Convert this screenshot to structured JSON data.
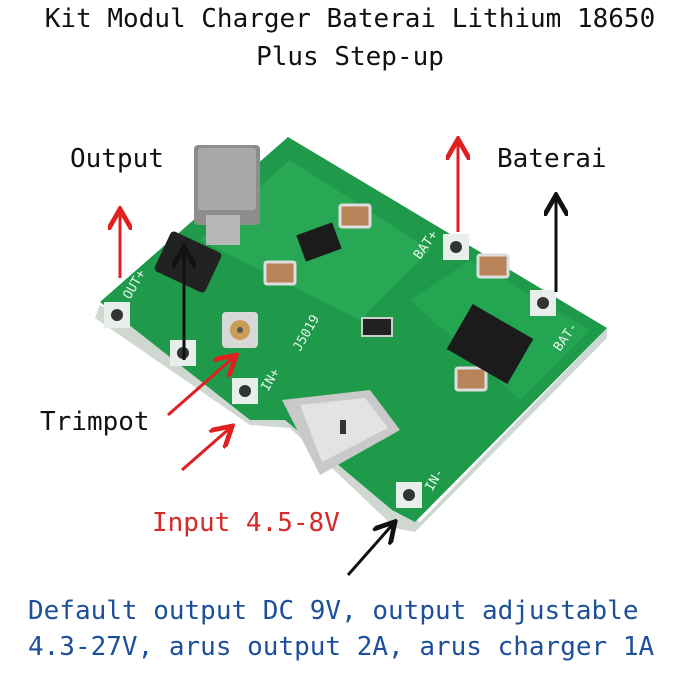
{
  "title": {
    "line1": "Kit Modul Charger Baterai Lithium 18650",
    "line2": "Plus Step-up"
  },
  "labels": {
    "output": "Output",
    "baterai": "Baterai",
    "trimpot": "Trimpot",
    "input": "Input 4.5-8V"
  },
  "description": {
    "line1": "Default output DC 9V, output adjustable",
    "line2": "4.3-27V, arus output 2A, arus charger 1A"
  },
  "board_silkscreen": {
    "model": "J5019",
    "in_plus": "IN+",
    "in_minus": "IN-",
    "bat_plus": "BAT+",
    "bat_minus": "BAT-",
    "out_plus": "OUT+"
  },
  "colors": {
    "title": "#111111",
    "input_label": "#d42a2a",
    "description": "#1e4f9a",
    "arrow_red": "#e02020",
    "arrow_black": "#111111",
    "pcb_green": "#1f9a4a"
  }
}
